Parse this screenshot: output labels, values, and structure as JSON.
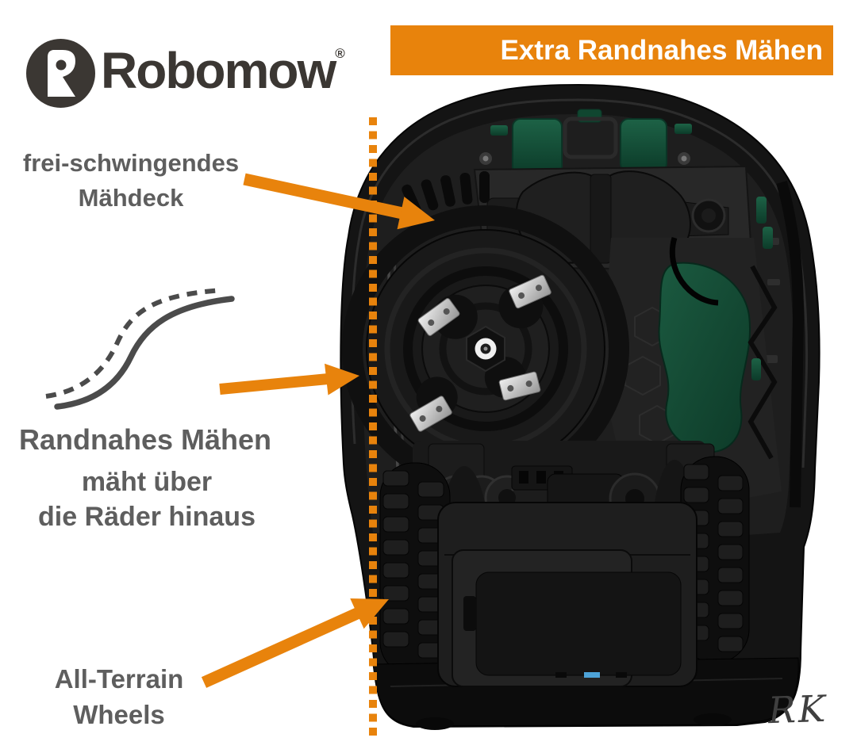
{
  "logo": {
    "brand": "Robomow",
    "registered": "®"
  },
  "banner": {
    "text": "Extra Randnahes Mähen"
  },
  "labels": {
    "maehdeck": {
      "line1": "frei-schwingendes",
      "line2": "Mähdeck"
    },
    "randnahes": {
      "title": "Randnahes Mähen",
      "sub1": "mäht über",
      "sub2": "die Räder hinaus"
    },
    "wheels": {
      "line1": "All-Terrain",
      "line2": "Wheels"
    }
  },
  "signature": "RK",
  "colors": {
    "orange": "#e8830c",
    "label_gray": "#5e5e5e",
    "logo_ink": "#3b3733",
    "body_black": "#141414",
    "accent_green": "#16553c",
    "port_blue": "#4da3d8",
    "background": "#ffffff"
  },
  "icons": {
    "logo_mark": "robomow-r-badge",
    "edge_curve": "mow-edge-curve",
    "arrows": [
      "arrow-maehdeck",
      "arrow-randnahes",
      "arrow-wheels"
    ],
    "guide": "dotted-edge-line"
  }
}
